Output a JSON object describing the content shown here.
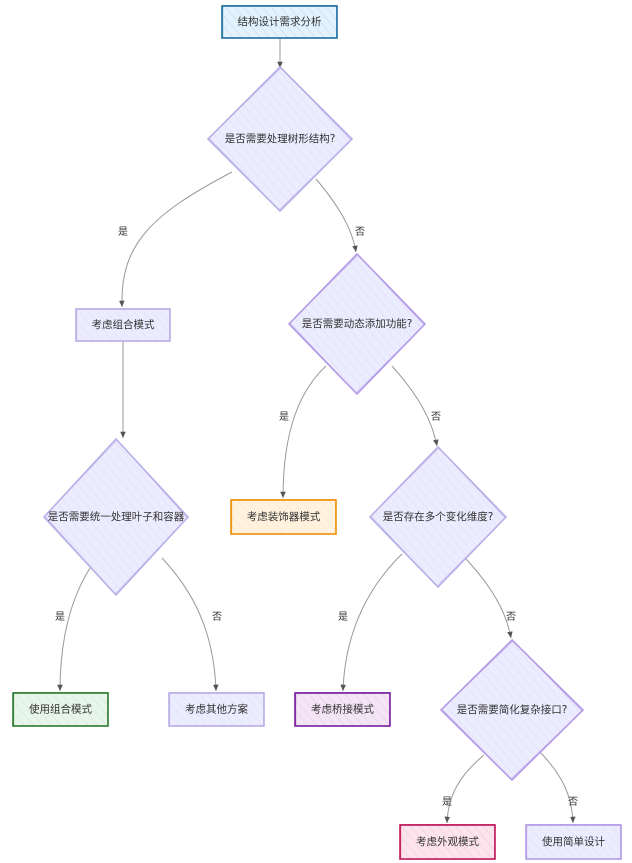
{
  "title": "结构设计需求分析",
  "nodes": {
    "start": {
      "label": "结构设计需求分析",
      "kind": "rect",
      "color": "#1f6f9f",
      "fill": "#e3f2fd",
      "hatch": "#6cb4e0"
    },
    "q_tree": {
      "label": "是否需要处理树形结构?",
      "kind": "diamond",
      "color": "#b9aee6",
      "fill": "#ececff"
    },
    "composite_consider": {
      "label": "考虑组合模式",
      "kind": "rect",
      "color": "#b9aee6",
      "fill": "#ececff",
      "hatch": "#c9c0f0"
    },
    "q_dynamic": {
      "label": "是否需要动态添加功能?",
      "kind": "diamond",
      "color": "#b49be6",
      "fill": "#ececff"
    },
    "q_uniform": {
      "label": "是否需要统一处理叶子和容器",
      "kind": "diamond",
      "color": "#b9aee6",
      "fill": "#ececff"
    },
    "decorator_consider": {
      "label": "考虑装饰器模式",
      "kind": "rect",
      "color": "#f0900a",
      "fill": "#fff3e0",
      "hatch": "#f8c98a"
    },
    "q_multi": {
      "label": "是否存在多个变化维度?",
      "kind": "diamond",
      "color": "#b9aee6",
      "fill": "#ececff"
    },
    "use_composite": {
      "label": "使用组合模式",
      "kind": "rect",
      "color": "#2e7d32",
      "fill": "#e8f5e9",
      "hatch": "#a5d6a7"
    },
    "other_options": {
      "label": "考虑其他方案",
      "kind": "rect",
      "color": "#b9aee6",
      "fill": "#ececff",
      "hatch": "#c9c0f0"
    },
    "bridge_consider": {
      "label": "考虑桥接模式",
      "kind": "rect",
      "color": "#7b1fa2",
      "fill": "#f3e5f5",
      "hatch": "#ce93d8"
    },
    "q_simplify": {
      "label": "是否需要简化复杂接口?",
      "kind": "diamond",
      "color": "#b49be6",
      "fill": "#ececff"
    },
    "facade_consider": {
      "label": "考虑外观模式",
      "kind": "rect",
      "color": "#c2185b",
      "fill": "#fce4ec",
      "hatch": "#f48fb1"
    },
    "simple_design": {
      "label": "使用简单设计",
      "kind": "rect",
      "color": "#b49be6",
      "fill": "#ececff",
      "hatch": "#c9c0f0"
    }
  },
  "edges": [
    {
      "from": "start",
      "to": "q_tree",
      "label": ""
    },
    {
      "from": "q_tree",
      "to": "composite_consider",
      "label": "是"
    },
    {
      "from": "q_tree",
      "to": "q_dynamic",
      "label": "否"
    },
    {
      "from": "composite_consider",
      "to": "q_uniform",
      "label": ""
    },
    {
      "from": "q_dynamic",
      "to": "decorator_consider",
      "label": "是"
    },
    {
      "from": "q_dynamic",
      "to": "q_multi",
      "label": "否"
    },
    {
      "from": "q_uniform",
      "to": "use_composite",
      "label": "是"
    },
    {
      "from": "q_uniform",
      "to": "other_options",
      "label": "否"
    },
    {
      "from": "q_multi",
      "to": "bridge_consider",
      "label": "是"
    },
    {
      "from": "q_multi",
      "to": "q_simplify",
      "label": "否"
    },
    {
      "from": "q_simplify",
      "to": "facade_consider",
      "label": "是"
    },
    {
      "from": "q_simplify",
      "to": "simple_design",
      "label": "否"
    }
  ],
  "colors": {
    "edge": "#999999",
    "arrow": "#555555",
    "text": "#333333"
  }
}
